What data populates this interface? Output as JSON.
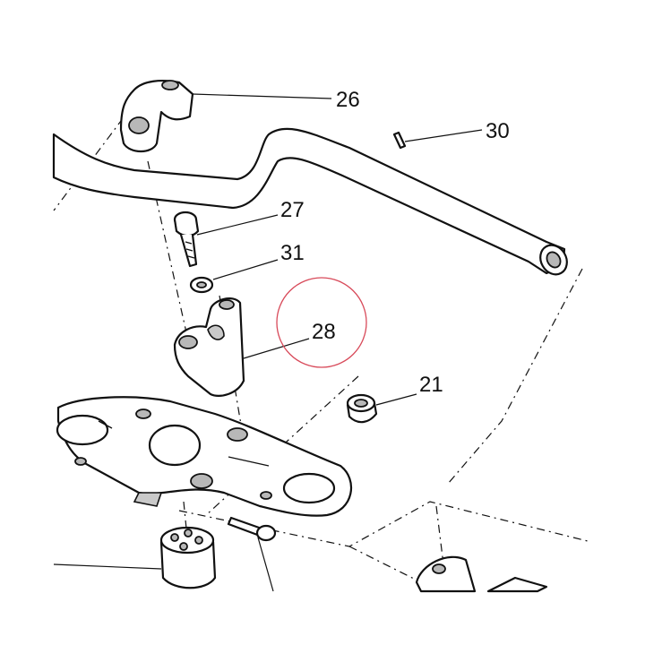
{
  "callouts": [
    {
      "id": "c26",
      "label": "26"
    },
    {
      "id": "c30",
      "label": "30"
    },
    {
      "id": "c27",
      "label": "27"
    },
    {
      "id": "c31",
      "label": "31"
    },
    {
      "id": "c28",
      "label": "28"
    },
    {
      "id": "c21",
      "label": "21"
    }
  ],
  "colors": {
    "line": "#111111",
    "shade": "#c9c9c9",
    "highlight_circle": "#d84a5a"
  }
}
